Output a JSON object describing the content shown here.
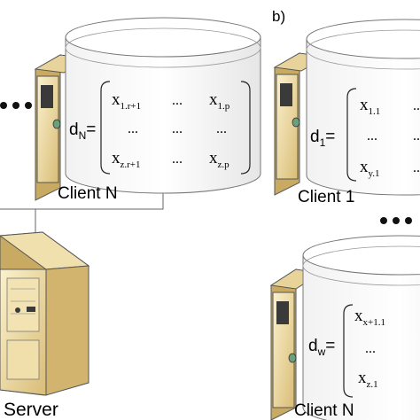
{
  "panel_b_label": "b)",
  "ellipsis": "•••",
  "server": {
    "label": "Server"
  },
  "clients": [
    {
      "id": "client-n-a",
      "label": "Client N",
      "var_letter": "d",
      "var_sub": "N",
      "equals": "=",
      "matrix": {
        "r1c1": {
          "base": "x",
          "sub": "1.r+1"
        },
        "r1c2": "...",
        "r1c3": {
          "base": "x",
          "sub": "1.p"
        },
        "r2c1": "...",
        "r2c2": "...",
        "r2c3": "...",
        "r3c1": {
          "base": "x",
          "sub": "z.r+1"
        },
        "r3c2": "...",
        "r3c3": {
          "base": "x",
          "sub": "z.p"
        }
      }
    },
    {
      "id": "client-1-b",
      "label": "Client 1",
      "var_letter": "d",
      "var_sub": "1",
      "equals": "=",
      "matrix": {
        "r1c1": {
          "base": "x",
          "sub": "1.1"
        },
        "r1c2": "...",
        "r2c1": "...",
        "r2c2": "...",
        "r3c1": {
          "base": "x",
          "sub": "y.1"
        },
        "r3c2": "..."
      }
    },
    {
      "id": "client-n-b",
      "label": "Client N",
      "var_letter": "d",
      "var_sub": "w",
      "equals": "=",
      "matrix": {
        "r1c1": {
          "base": "x",
          "sub": "x+1.1"
        },
        "r2c1": "...",
        "r3c1": {
          "base": "x",
          "sub": "z.1"
        }
      }
    }
  ],
  "colors": {
    "tower_face": "#f5e6b8",
    "tower_side": "#c7a861",
    "tower_dark": "#3a3a3a",
    "drive_green": "#6aa07a",
    "line": "#555555",
    "dots": "#111111"
  }
}
